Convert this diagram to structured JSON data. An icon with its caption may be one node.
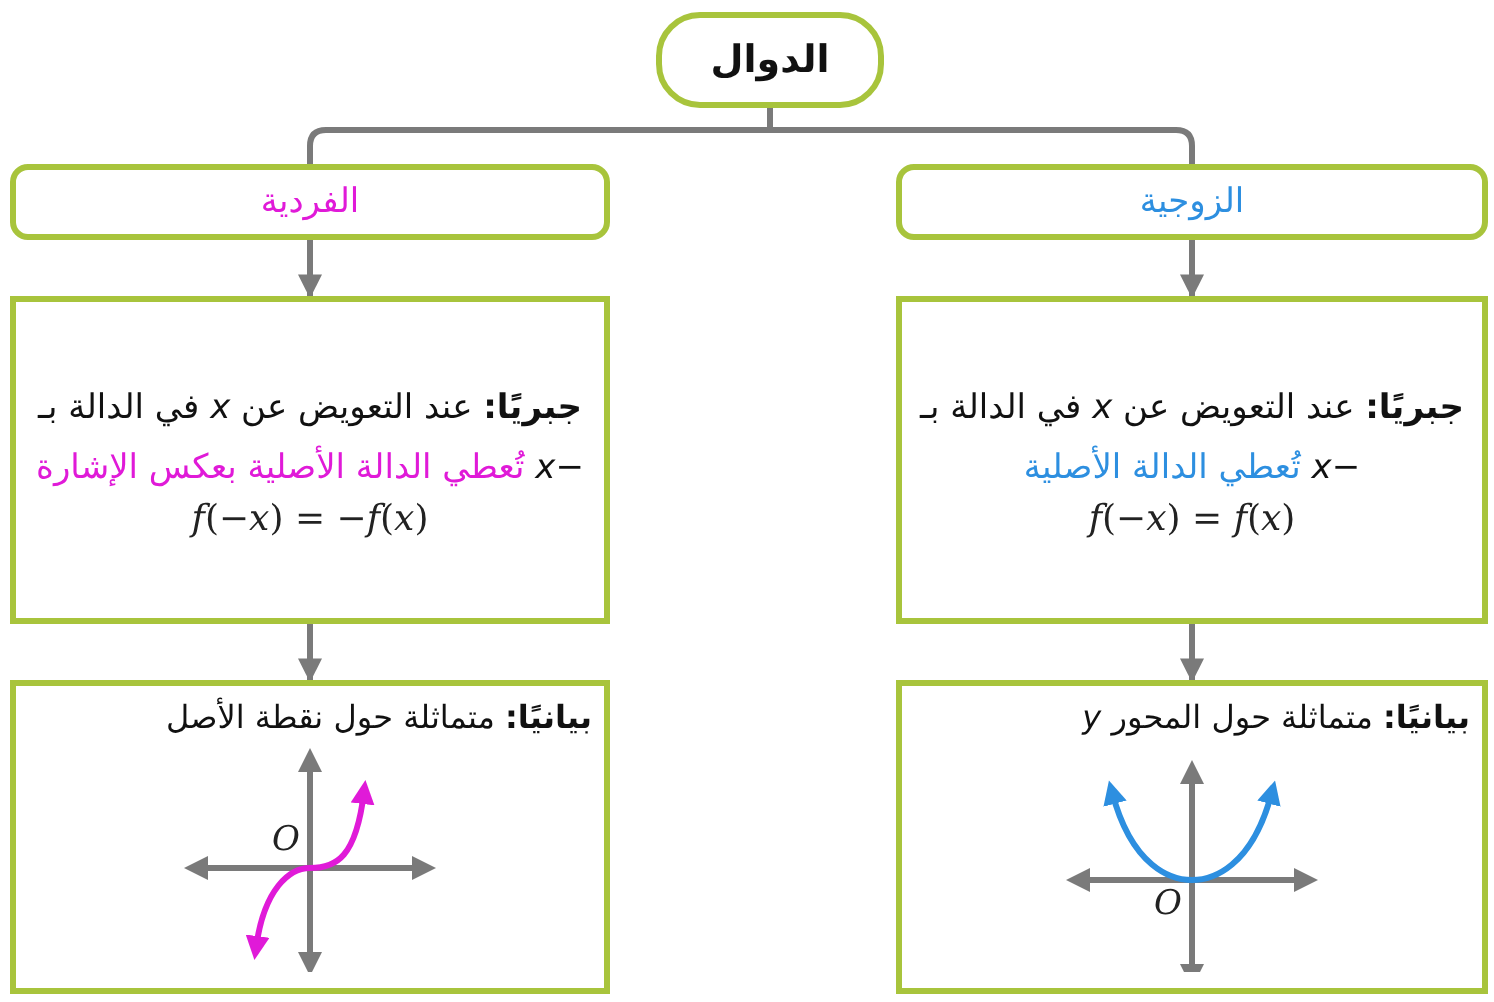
{
  "diagram": {
    "nodes": [
      {
        "text": [
          "الدوال"
        ]
      },
      {
        "text": [
          "الزوجية"
        ]
      },
      {
        "text": [
          "الفردية"
        ]
      },
      {
        "text": [
          "**جبريًا:** عند التعويض عن *x* في الدالة بـ −*x*",
          "تُعطي الدالة الأصلية",
          "*f*(−*x*) = *f*(*x*)"
        ]
      },
      {
        "text": [
          "**جبريًا:** عند التعويض عن *x* في الدالة بـ −*x*",
          "تُعطي الدالة الأصلية بعكس الإشارة",
          "*f*(−*x*) = −*f*(*x*)"
        ]
      },
      {
        "text": [
          "**بيانيًا:** متماثلة حول المحور *y*",
          "*O*"
        ]
      },
      {
        "text": [
          "**بيانيًا:** متماثلة حول نقطة الأصل",
          "*O*"
        ]
      }
    ],
    "edges": [
      {
        "from": 0,
        "to": 1,
        "arrow": "none"
      },
      {
        "from": 0,
        "to": 2,
        "arrow": "none"
      },
      {
        "from": 1,
        "to": 3,
        "arrow": "to"
      },
      {
        "from": 2,
        "to": 4,
        "arrow": "to"
      },
      {
        "from": 3,
        "to": 5,
        "arrow": "to"
      },
      {
        "from": 4,
        "to": 6,
        "arrow": "to"
      }
    ]
  }
}
